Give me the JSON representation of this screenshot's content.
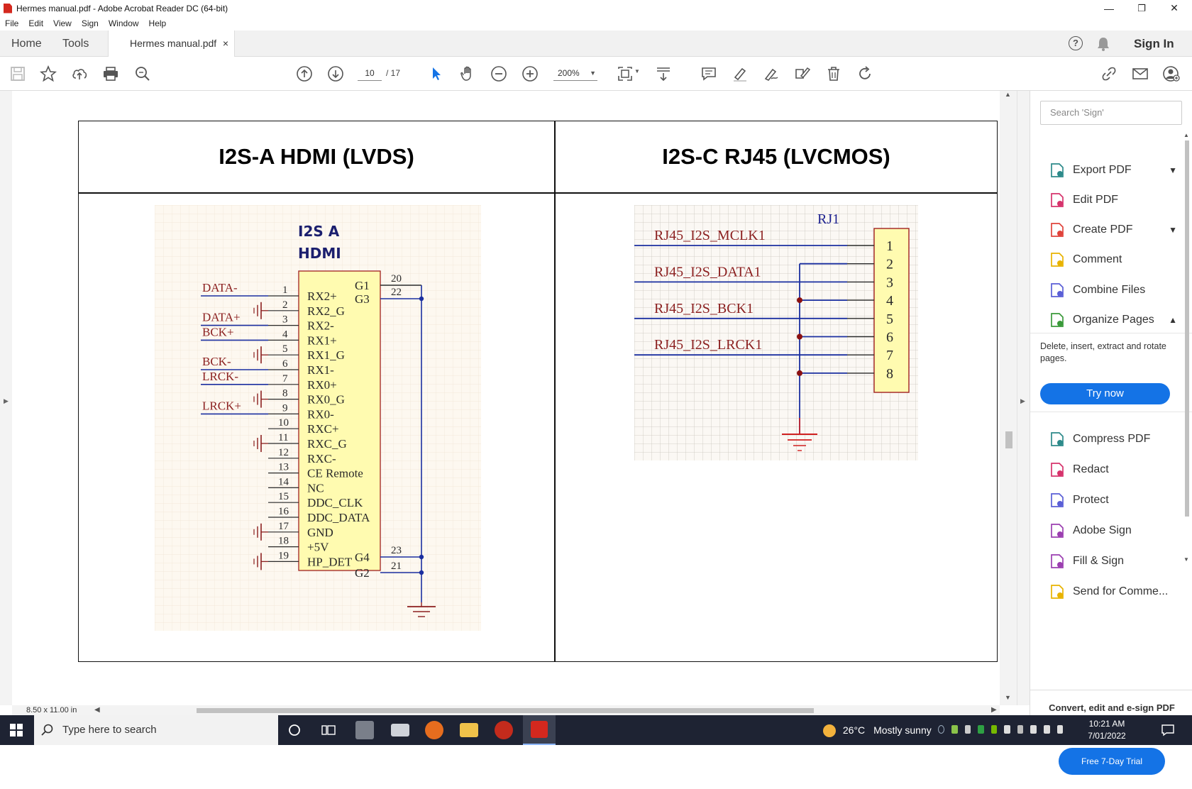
{
  "window": {
    "title": "Hermes manual.pdf - Adobe Acrobat Reader DC (64-bit)",
    "minimize": "—",
    "maximize": "❐",
    "close": "✕"
  },
  "menu": [
    "File",
    "Edit",
    "View",
    "Sign",
    "Window",
    "Help"
  ],
  "tabs": {
    "home": "Home",
    "tools": "Tools",
    "document": "Hermes manual.pdf",
    "close": "×",
    "sign_in": "Sign In"
  },
  "toolbar": {
    "page_current": "10",
    "page_total": "/ 17",
    "zoom": "200%"
  },
  "document": {
    "col_left_title": "I2S-A HDMI (LVDS)",
    "col_right_title": "I2S-C RJ45 (LVCMOS)",
    "hdmi": {
      "heading": [
        "I2S  A",
        "HDMI"
      ],
      "left_labels": [
        "DATA-",
        "DATA+",
        "BCK+",
        "BCK-",
        "LRCK-",
        "LRCK+"
      ],
      "pin_numbers": [
        "1",
        "2",
        "3",
        "4",
        "5",
        "6",
        "7",
        "8",
        "9",
        "10",
        "11",
        "12",
        "13",
        "14",
        "15",
        "16",
        "17",
        "18",
        "19"
      ],
      "pin_names": [
        "RX2+",
        "RX2_G",
        "RX2-",
        "RX1+",
        "RX1_G",
        "RX1-",
        "RX0+",
        "RX0_G",
        "RX0-",
        "RXC+",
        "RXC_G",
        "RXC-",
        "CE Remote",
        "NC",
        "DDC_CLK",
        "DDC_DATA",
        "GND",
        "+5V",
        "HP_DET"
      ],
      "shield_names": [
        "G1",
        "G3",
        "G4",
        "G2"
      ],
      "shield_numbers": [
        "20",
        "22",
        "23",
        "21"
      ]
    },
    "rj45": {
      "designator": "RJ1",
      "nets": [
        "RJ45_I2S_MCLK1",
        "RJ45_I2S_DATA1",
        "RJ45_I2S_BCK1",
        "RJ45_I2S_LRCK1"
      ],
      "pins": [
        "1",
        "2",
        "3",
        "4",
        "5",
        "6",
        "7",
        "8"
      ]
    }
  },
  "status": {
    "page_size": "8.50 x 11.00 in"
  },
  "right_panel": {
    "search_placeholder": "Search 'Sign'",
    "tools": [
      {
        "label": "Export PDF",
        "icon": "export-pdf-icon",
        "color": "#2d8a8a"
      },
      {
        "label": "Edit PDF",
        "icon": "edit-pdf-icon",
        "color": "#d6336c"
      },
      {
        "label": "Create PDF",
        "icon": "create-pdf-icon",
        "color": "#e0433b"
      },
      {
        "label": "Comment",
        "icon": "comment-icon",
        "color": "#e8b300"
      },
      {
        "label": "Combine Files",
        "icon": "combine-files-icon",
        "color": "#5a5fd6"
      },
      {
        "label": "Organize Pages",
        "icon": "organize-pages-icon",
        "color": "#3a9a3a"
      },
      {
        "label": "Compress PDF",
        "icon": "compress-pdf-icon",
        "color": "#2d8a8a"
      },
      {
        "label": "Redact",
        "icon": "redact-icon",
        "color": "#d6336c"
      },
      {
        "label": "Protect",
        "icon": "protect-icon",
        "color": "#5a5fd6"
      },
      {
        "label": "Adobe Sign",
        "icon": "adobe-sign-icon",
        "color": "#9b3fb0"
      },
      {
        "label": "Fill & Sign",
        "icon": "fill-sign-icon",
        "color": "#9b3fb0"
      },
      {
        "label": "Send for Comme...",
        "icon": "send-for-comment-icon",
        "color": "#e8b300"
      }
    ],
    "organize_description": "Delete, insert, extract and rotate pages.",
    "try_now": "Try now",
    "promo_text": "Convert, edit and e-sign PDF forms & agreements",
    "trial_button": "Free 7-Day Trial"
  },
  "taskbar": {
    "search_placeholder": "Type here to search",
    "weather_temp": "26°C",
    "weather_text": "Mostly sunny",
    "time": "10:21 AM",
    "date": "7/01/2022"
  }
}
